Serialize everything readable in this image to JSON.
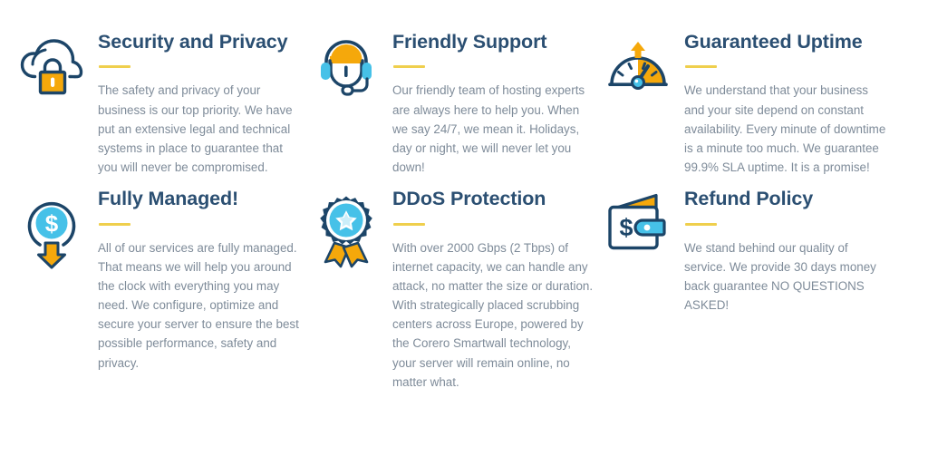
{
  "theme": {
    "background": "#ffffff",
    "title_color": "#2b4f72",
    "text_color": "#7e8b99",
    "rule_color": "#efcf4d",
    "icon_navy": "#1c4568",
    "icon_orange": "#f5a80b",
    "icon_blue": "#46c1e8",
    "icon_white": "#ffffff"
  },
  "features": [
    {
      "icon": "cloud-lock-icon",
      "title": "Security and Privacy",
      "text": "The safety and privacy of your business is our top priority. We have put an extensive legal and technical systems in place to guarantee that you will never be compromised."
    },
    {
      "icon": "support-agent-headset-icon",
      "title": "Friendly Support",
      "text": "Our friendly team of hosting experts are always here to help you. When we say 24/7, we mean it. Holidays, day or night, we will never let you down!"
    },
    {
      "icon": "speedometer-gauge-icon",
      "title": "Guaranteed Uptime",
      "text": "We understand that your business and your site depend on constant availability. Every minute of downtime is a minute too much. We guarantee 99.9% SLA uptime. It is a promise!"
    },
    {
      "icon": "dollar-circle-down-arrow-icon",
      "title": "Fully Managed!",
      "text": "All of our services are fully managed. That means we will help you around the clock with everything you may need. We configure, optimize and secure your server to ensure the best possible performance, safety and privacy."
    },
    {
      "icon": "award-badge-star-icon",
      "title": "DDoS Protection",
      "text": "With over 2000 Gbps (2 Tbps) of internet capacity, we can handle any attack, no matter the size or duration. With strategically placed scrubbing centers across Europe, powered by the Corero Smartwall technology, your server will remain online, no matter what."
    },
    {
      "icon": "wallet-dollar-icon",
      "title": "Refund Policy",
      "text": "We stand behind our quality of service. We provide 30 days money back guarantee NO QUESTIONS ASKED!"
    }
  ]
}
